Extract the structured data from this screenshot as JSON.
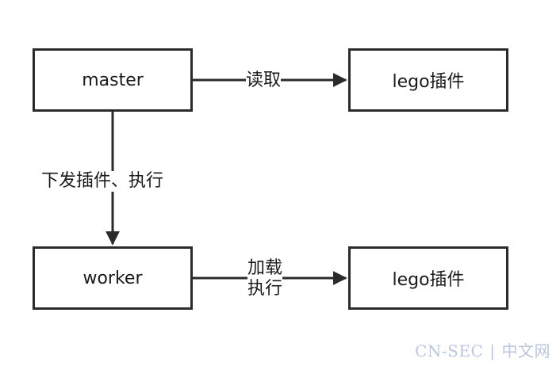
{
  "nodes": {
    "master": "master",
    "lego_top": "lego插件",
    "worker": "worker",
    "lego_bottom": "lego插件"
  },
  "edges": {
    "master_to_lego": "读取",
    "master_to_worker": "下发插件、执行",
    "worker_to_lego_line1": "加载",
    "worker_to_lego_line2": "执行"
  },
  "watermark": {
    "left": "CN-SEC",
    "sep": "|",
    "right": "中文网"
  }
}
